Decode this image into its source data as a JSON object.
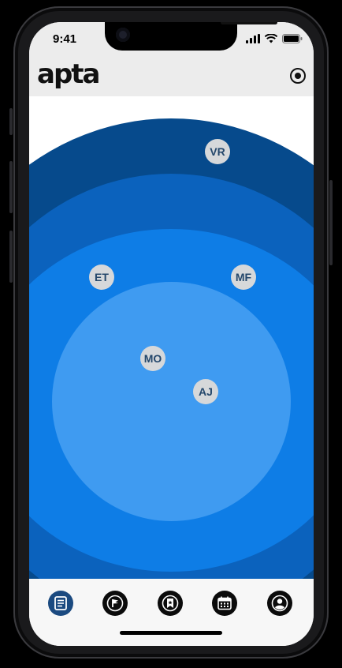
{
  "status": {
    "time": "9:41"
  },
  "app": {
    "logo": "apta"
  },
  "colors": {
    "ring_outer": "#064a8c",
    "ring_2": "#0b62bd",
    "ring_3": "#0e7de6",
    "ring_inner": "#3f9bf1",
    "avatar_bg": "#d6d8da",
    "avatar_text": "#24476b",
    "tab_active": "#1b4a80"
  },
  "contacts": [
    {
      "initials": "VR"
    },
    {
      "initials": "ET"
    },
    {
      "initials": "MF"
    },
    {
      "initials": "MO"
    },
    {
      "initials": "AJ"
    }
  ],
  "tabs": [
    {
      "icon": "document-list-icon",
      "active": true
    },
    {
      "icon": "flag-icon",
      "active": false
    },
    {
      "icon": "bookmark-star-icon",
      "active": false
    },
    {
      "icon": "calendar-icon",
      "active": false
    },
    {
      "icon": "profile-icon",
      "active": false
    }
  ]
}
